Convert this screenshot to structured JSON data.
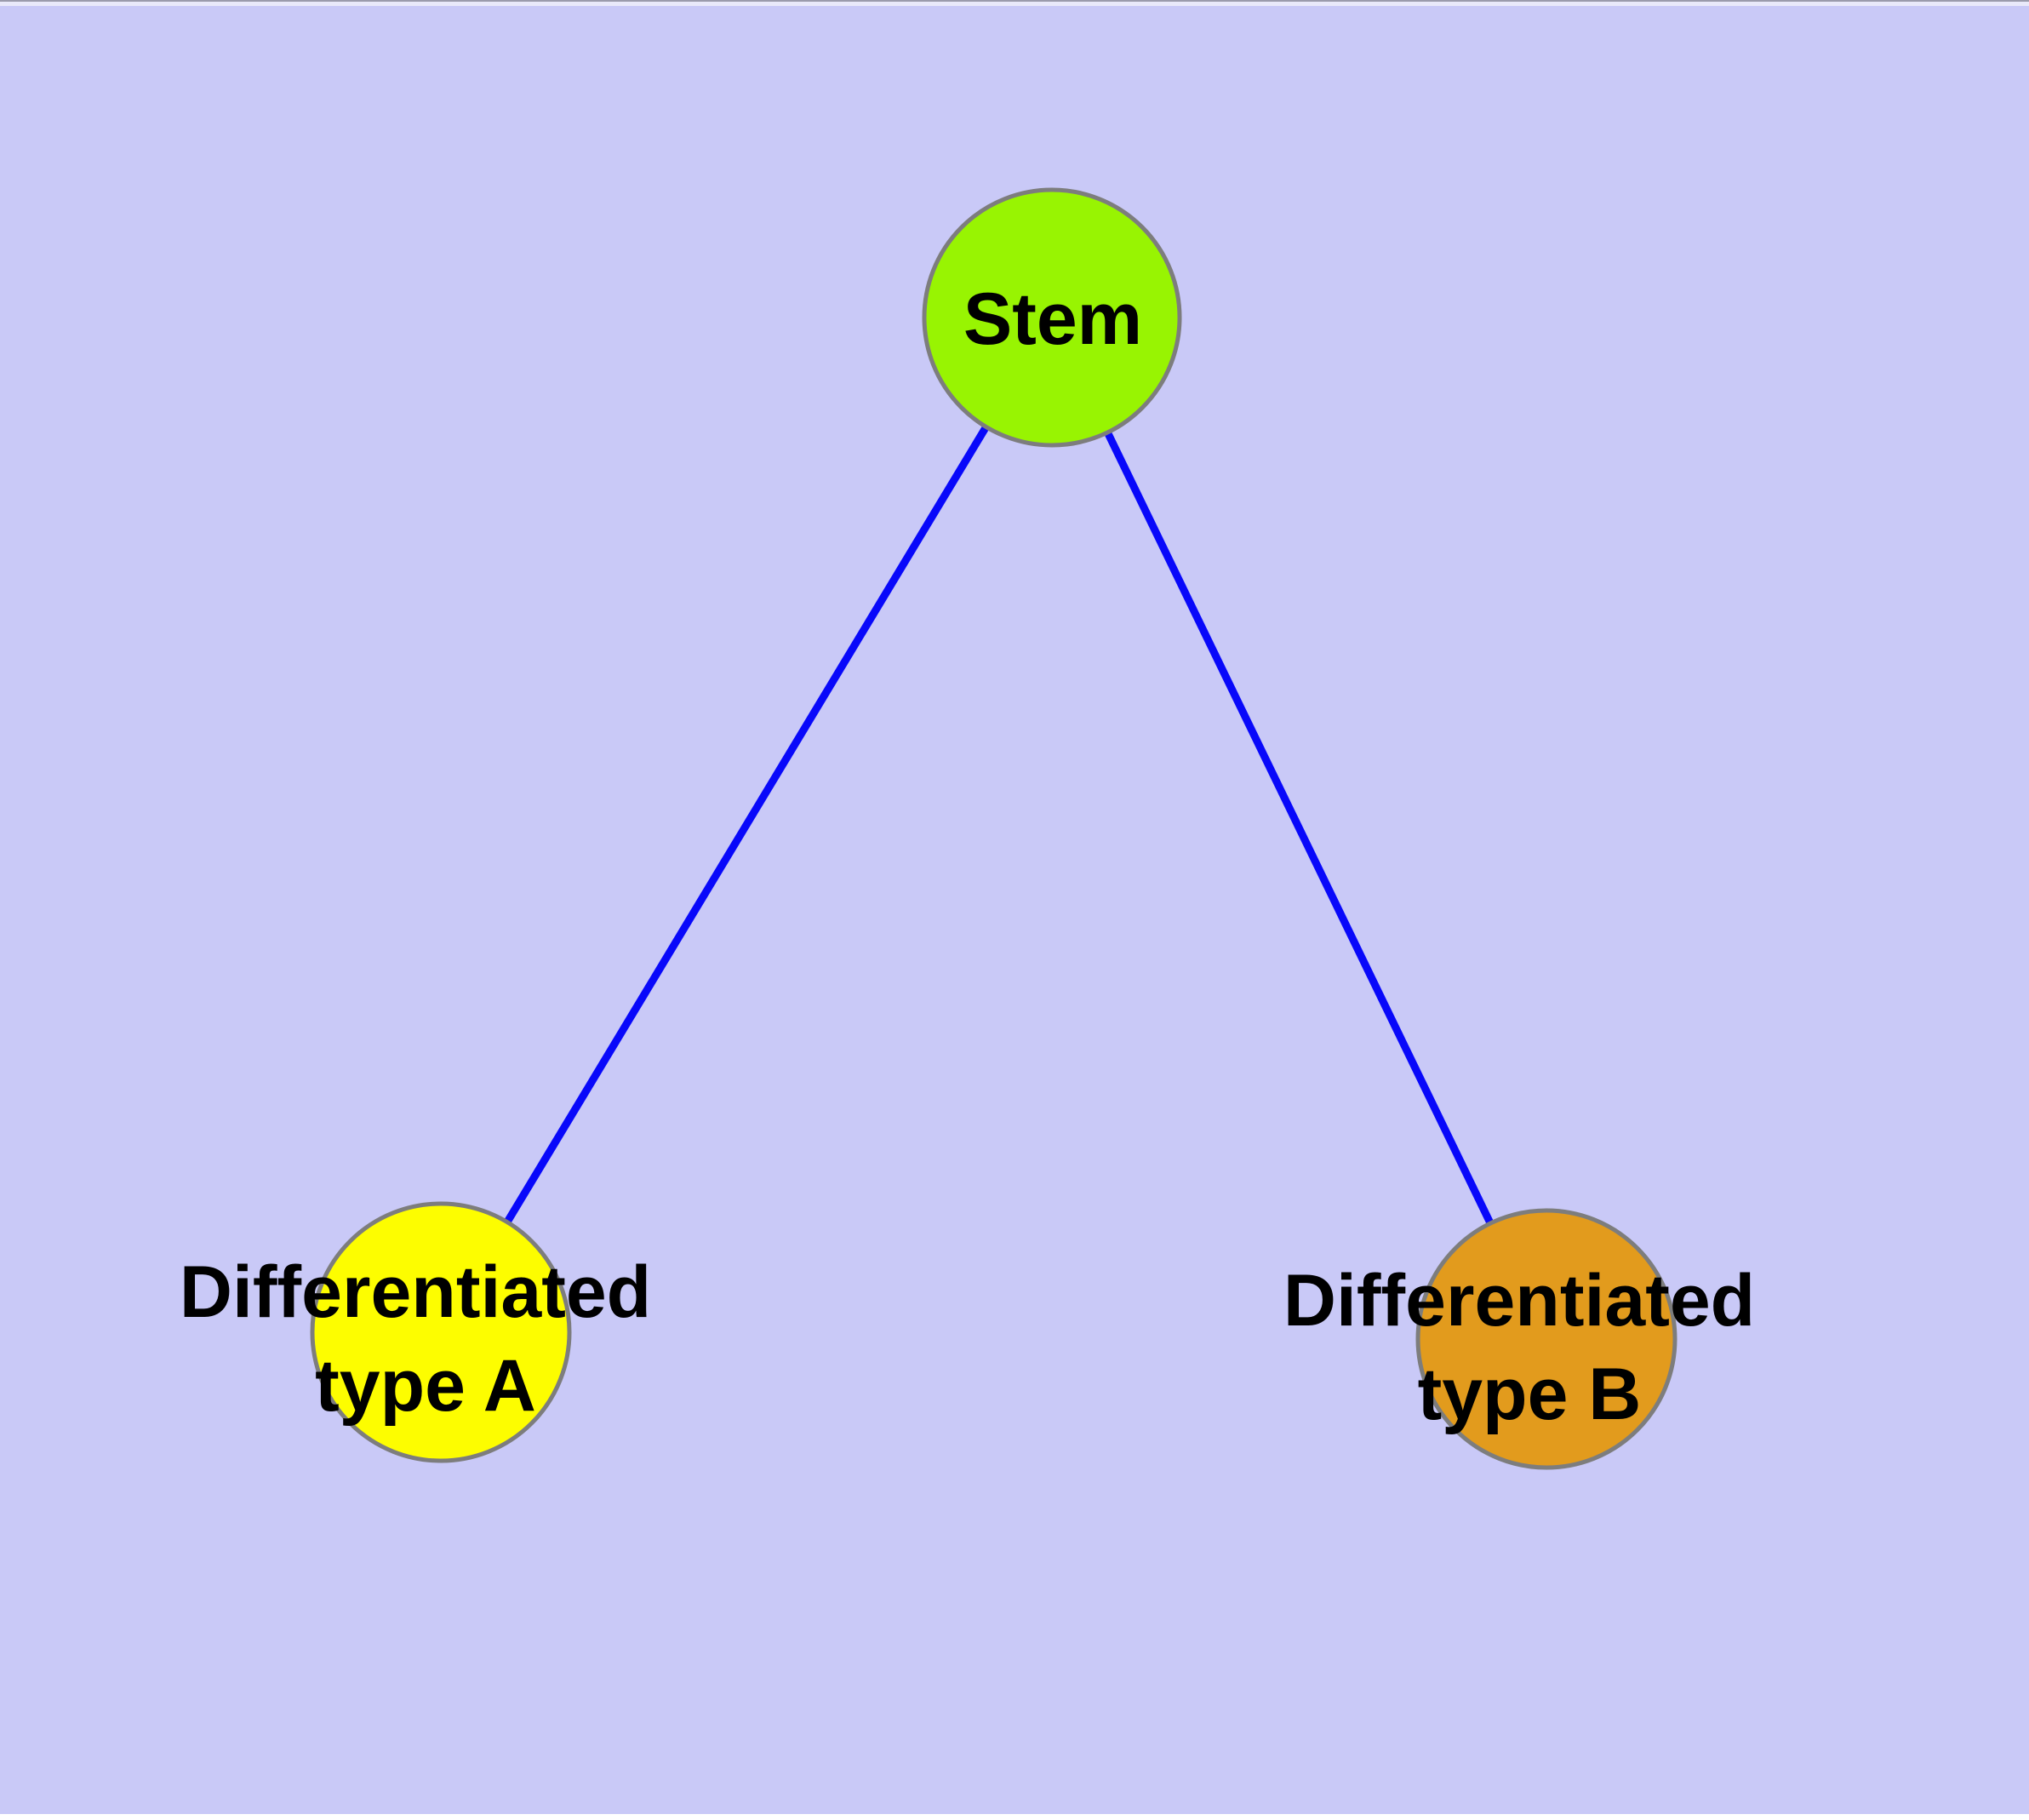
{
  "diagram": {
    "background_color": "#c9c9f7",
    "top_edge_line_color": "#9b9bac",
    "top_edge_band_color": "#e9e9fa",
    "edge_color": "#0808fa",
    "node_border_color": "#7d7d7d",
    "label_color": "#000000",
    "nodes": [
      {
        "id": "stem",
        "label": "Stem",
        "fill": "#98f402"
      },
      {
        "id": "diff-a",
        "label": "Differentiated type A",
        "label_lines": [
          "Differentiated",
          "type A"
        ],
        "fill": "#fdfd00"
      },
      {
        "id": "diff-b",
        "label": "Differentiated type B",
        "label_lines": [
          "Differentiated",
          "type B"
        ],
        "fill": "#e29b1d"
      }
    ],
    "edges": [
      {
        "from": "Stem",
        "to": "Differentiated type A"
      },
      {
        "from": "Stem",
        "to": "Differentiated type B"
      }
    ]
  }
}
